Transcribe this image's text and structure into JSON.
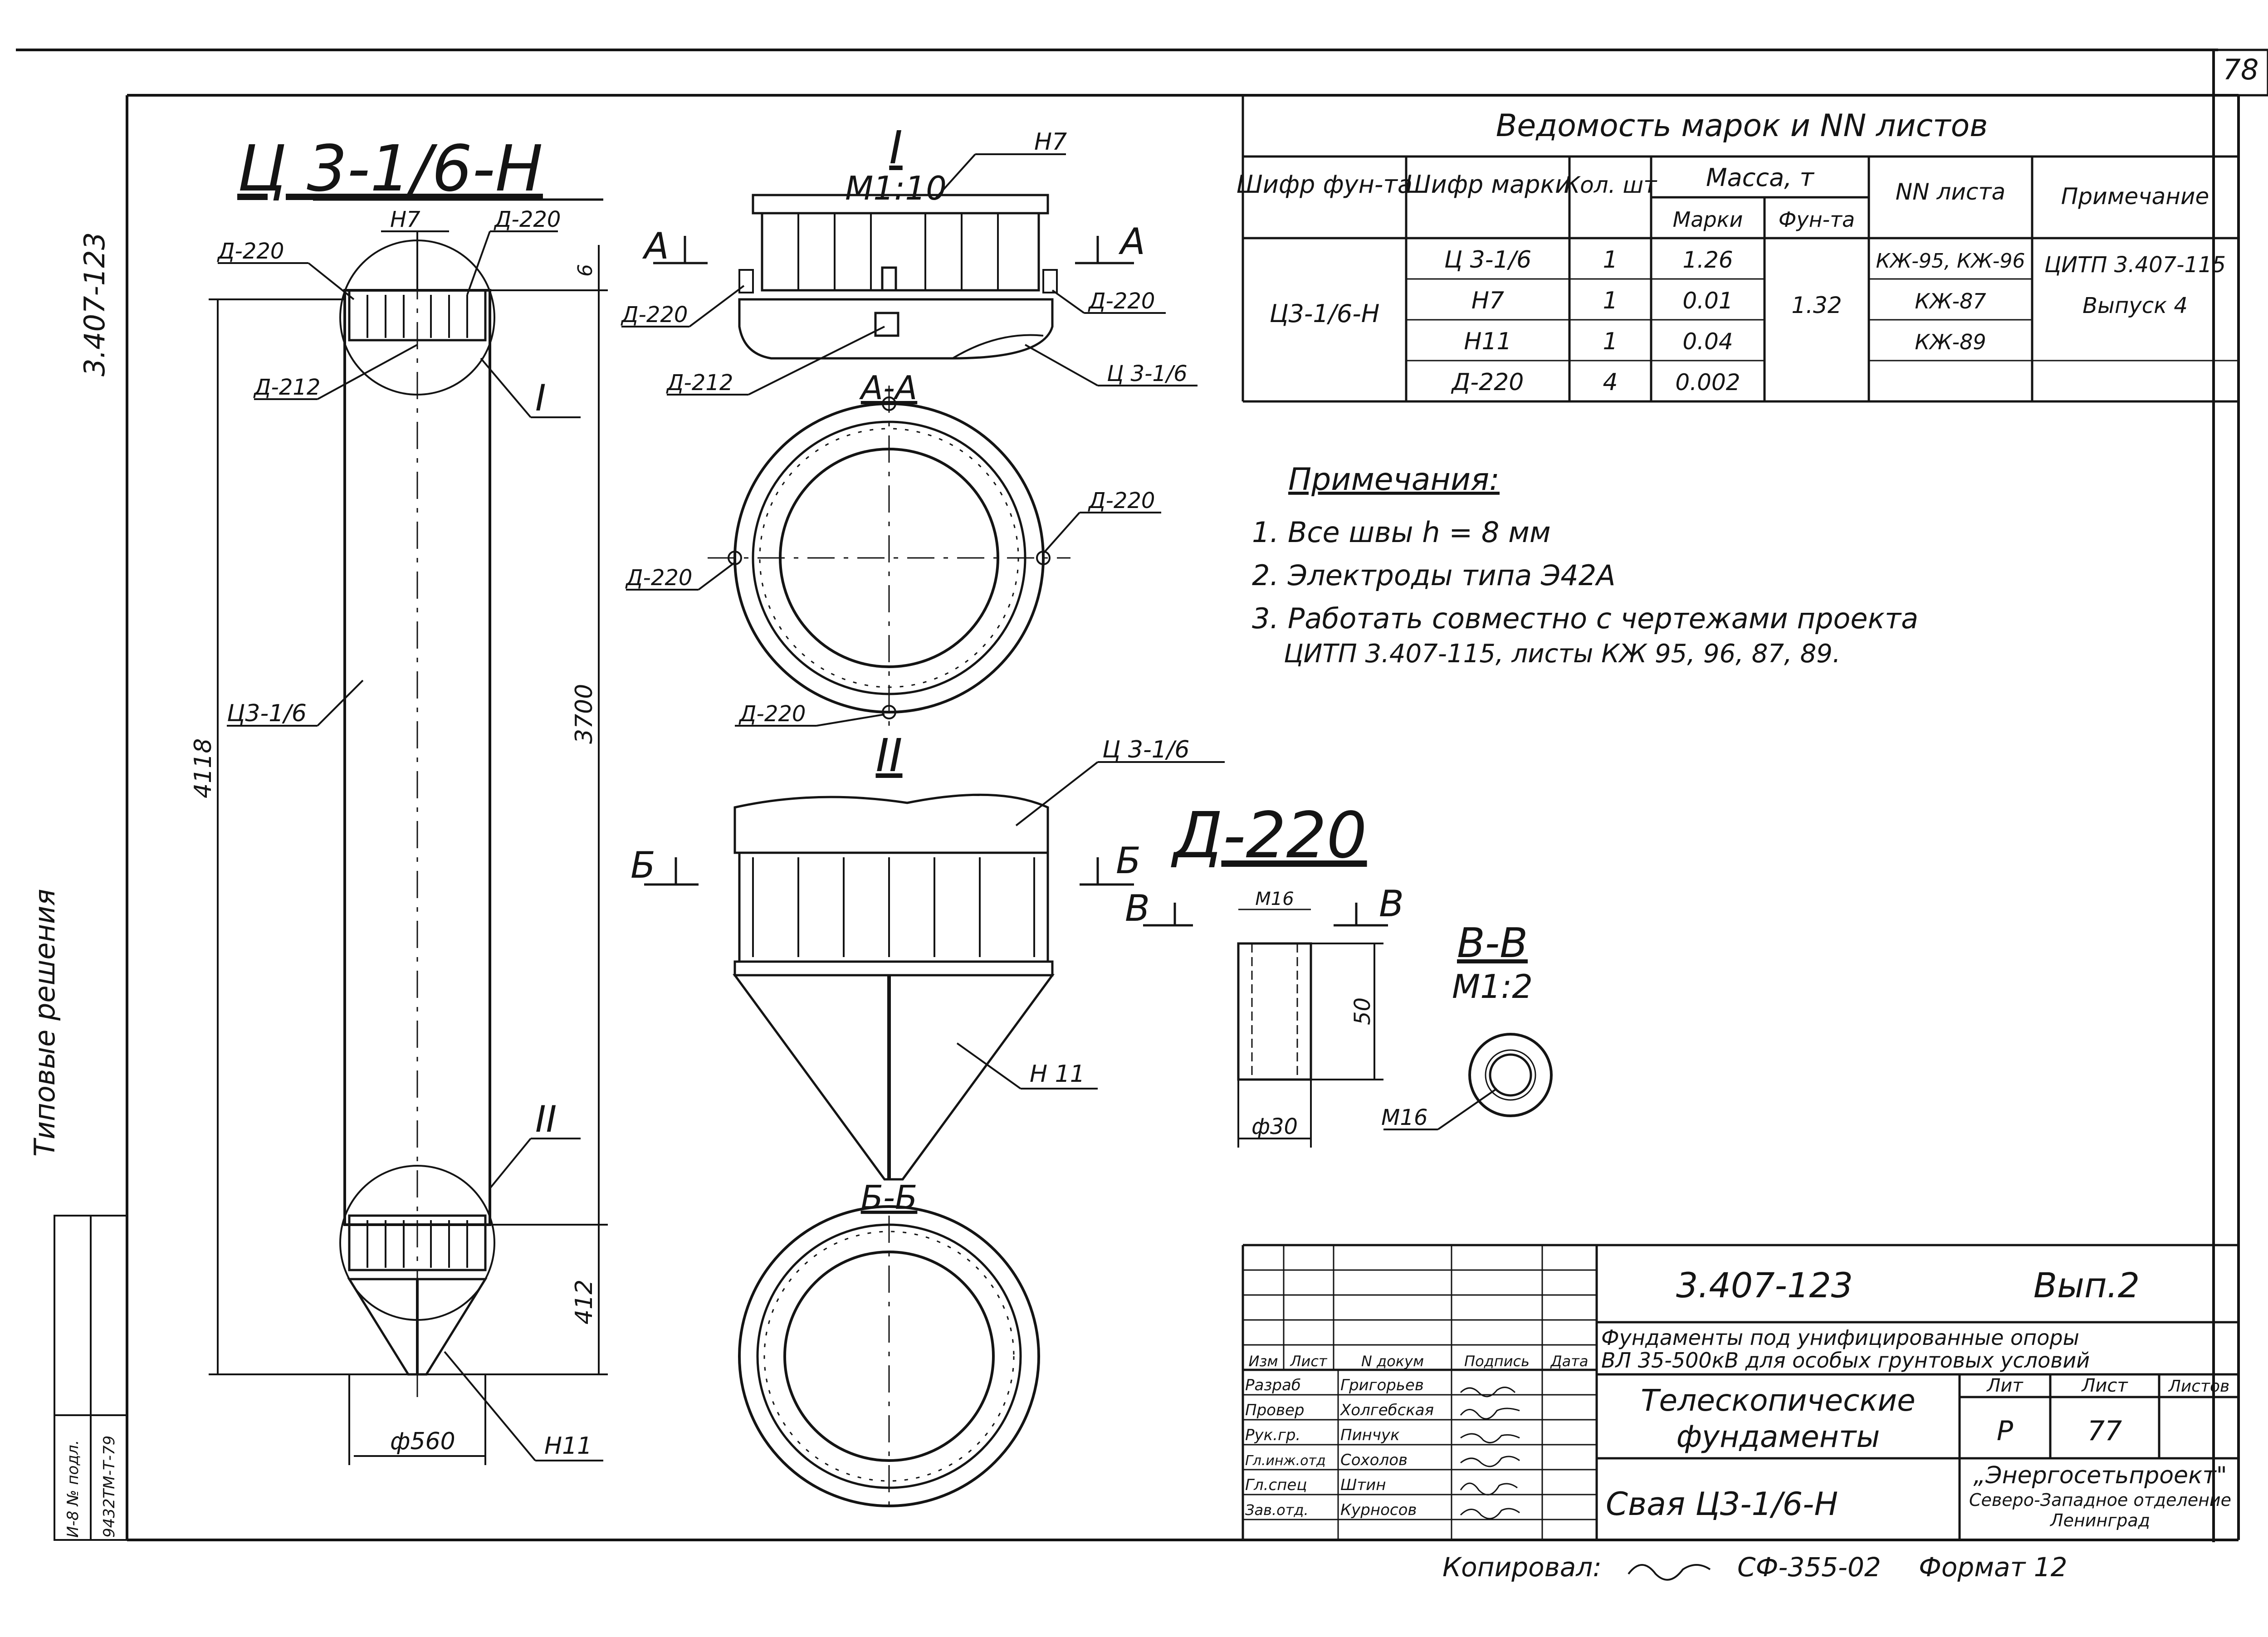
{
  "page_number": "78",
  "side": {
    "series_code": "3.407-123",
    "album_title": "Типовые решения",
    "stamp": [
      "И-8 № подл.",
      "9432ТМ-Т-79"
    ]
  },
  "pile_view": {
    "title": "Ц 3-1/6-Н",
    "labels": {
      "h7": "Н7",
      "d220a": "Д-220",
      "d220b": "Д-220",
      "d212": "Д-212",
      "c3": "Ц3-1/6",
      "node1": "I",
      "node2": "II",
      "h11": "Н11"
    },
    "dims": {
      "total": "4118",
      "body": "3700",
      "cone": "412",
      "top": "6",
      "diameter": "ф560"
    }
  },
  "detail1": {
    "roman": "I",
    "scale": "М1:10",
    "h7": "Н7",
    "cut_a_left": "А",
    "cut_a_right": "А",
    "d220_left": "Д-220",
    "d220_right": "Д-220",
    "d212": "Д-212",
    "c3": "Ц 3-1/6"
  },
  "section_aa": {
    "title": "А-А",
    "d220_right": "Д-220",
    "d220_left": "Д-220",
    "d220_bottom": "Д-220"
  },
  "detail2": {
    "roman": "II",
    "c3": "Ц 3-1/6",
    "cut_b_left": "Б",
    "cut_b_right": "Б",
    "h11": "Н 11"
  },
  "section_bb": {
    "title": "Б-Б"
  },
  "d220_detail": {
    "title": "Д-220",
    "cut_v_left": "В",
    "cut_v_right": "В",
    "m16_top": "М16",
    "height": "50",
    "diameter": "ф30"
  },
  "section_vv": {
    "title": "В-В",
    "scale": "М1:2",
    "m16": "М16"
  },
  "schedule": {
    "title": "Ведомость марок и NN листов",
    "headers": {
      "shifr_fund": "Шифр фун-та",
      "shifr_mark": "Шифр марки",
      "qty": "Кол. шт",
      "mass": "Масса, т",
      "mass_mark": "Марки",
      "mass_fund": "Фун-та",
      "sheets": "NN листа",
      "note": "Примечание"
    },
    "fund_code": "Ц3-1/6-Н",
    "fund_mass": "1.32",
    "rows": [
      {
        "mark": "Ц 3-1/6",
        "qty": "1",
        "mass": "1.26",
        "sheet": "КЖ-95, КЖ-96"
      },
      {
        "mark": "Н7",
        "qty": "1",
        "mass": "0.01",
        "sheet": "КЖ-87"
      },
      {
        "mark": "Н11",
        "qty": "1",
        "mass": "0.04",
        "sheet": "КЖ-89"
      },
      {
        "mark": "Д-220",
        "qty": "4",
        "mass": "0.002",
        "sheet": ""
      }
    ],
    "note_text": [
      "ЦИТП 3.407-115",
      "Выпуск 4"
    ]
  },
  "notes": {
    "title": "Примечания:",
    "items": [
      "1. Все швы h = 8 мм",
      "2. Электроды типа Э42А",
      "3. Работать совместно с чертежами проекта",
      "ЦИТП 3.407-115, листы КЖ 95, 96, 87, 89."
    ]
  },
  "title_block": {
    "code": "3.407-123",
    "issue": "Вып.2",
    "project": [
      "Фундаменты под унифицированные опоры",
      "ВЛ 35-500кВ для особых грунтовых условий"
    ],
    "col_headers": [
      "Изм",
      "Лист",
      "N докум",
      "Подпись",
      "Дата"
    ],
    "roles": [
      {
        "role": "Разраб",
        "name": "Григорьев"
      },
      {
        "role": "Провер",
        "name": "Холгебская"
      },
      {
        "role": "Рук.гр.",
        "name": "Пинчук"
      },
      {
        "role": "Гл.инж.отд",
        "name": "Сохолов"
      },
      {
        "role": "Гл.спец",
        "name": "Штин"
      },
      {
        "role": "Зав.отд.",
        "name": "Курносов"
      }
    ],
    "subject": [
      "Телескопические",
      "фундаменты"
    ],
    "lit_headers": [
      "Лит",
      "Лист",
      "Листов"
    ],
    "lit_values": [
      "Р",
      "77",
      ""
    ],
    "sheet_name": "Свая Ц3-1/6-Н",
    "org": [
      "„Энергосетьпроект\"",
      "Северо-Западное отделение",
      "Ленинград"
    ]
  },
  "footer": {
    "copied": "Копировал:",
    "doc": "СФ-355-02",
    "format": "Формат 12"
  }
}
